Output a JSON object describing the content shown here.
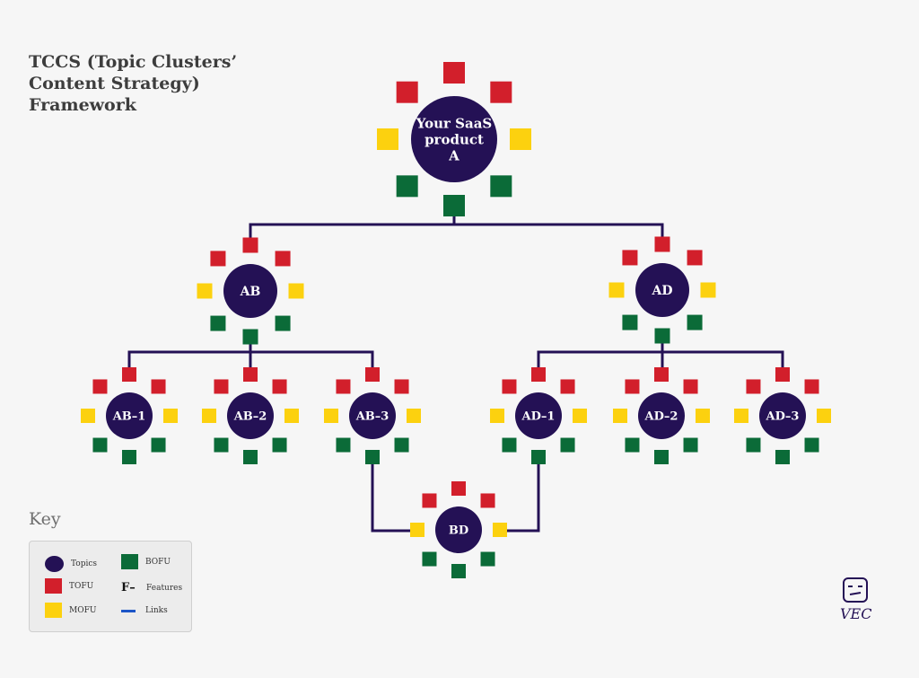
{
  "title": {
    "line1": "TCCS (Topic Clusters’",
    "line2": "Content Strategy)",
    "line3": "Framework"
  },
  "key": {
    "heading": "Key",
    "items": {
      "topics": "Topics",
      "tofu": "TOFU",
      "mofu": "MOFU",
      "bofu": "BOFU",
      "features_symbol": "F–",
      "features": "Features",
      "links": "Links"
    }
  },
  "colors": {
    "topic": "#241155",
    "tofu": "#d21f2b",
    "mofu": "#fcd10f",
    "bofu": "#0b6b38",
    "link": "#1c56c7"
  },
  "nodes": {
    "a": {
      "label_line1": "Your SaaS",
      "label_line2": "product",
      "label_line3": "A"
    },
    "ab": {
      "label": "AB"
    },
    "ad": {
      "label": "AD"
    },
    "ab1": {
      "label": "AB–1"
    },
    "ab2": {
      "label": "AB–2"
    },
    "ab3": {
      "label": "AB–3"
    },
    "ad1": {
      "label": "AD–1"
    },
    "ad2": {
      "label": "AD–2"
    },
    "ad3": {
      "label": "AD–3"
    },
    "bd": {
      "label": "BD"
    }
  },
  "logo": {
    "text": "VEC",
    "icon": "robot-face-icon"
  }
}
